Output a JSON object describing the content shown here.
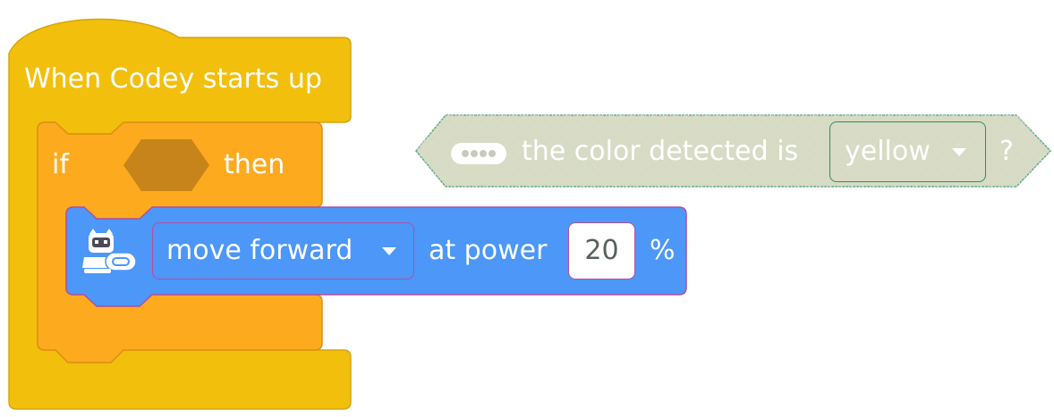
{
  "hat_block": {
    "label": "When Codey starts up",
    "color": "#f2bf0d"
  },
  "if_block": {
    "if_label": "if",
    "then_label": "then",
    "condition_slot_color": "#c6841a",
    "color": "#fdaa1f"
  },
  "motion_block": {
    "icon": "codey-robot-icon",
    "action_selected": "move forward",
    "at_label": "at power",
    "power_value": "20",
    "unit": "%",
    "color": "#4c97f8"
  },
  "sensor_block": {
    "icon": "color-sensor-icon",
    "label": "the color detected is",
    "color_selected": "yellow",
    "question_mark": "?",
    "color": "#d9d9c6"
  }
}
